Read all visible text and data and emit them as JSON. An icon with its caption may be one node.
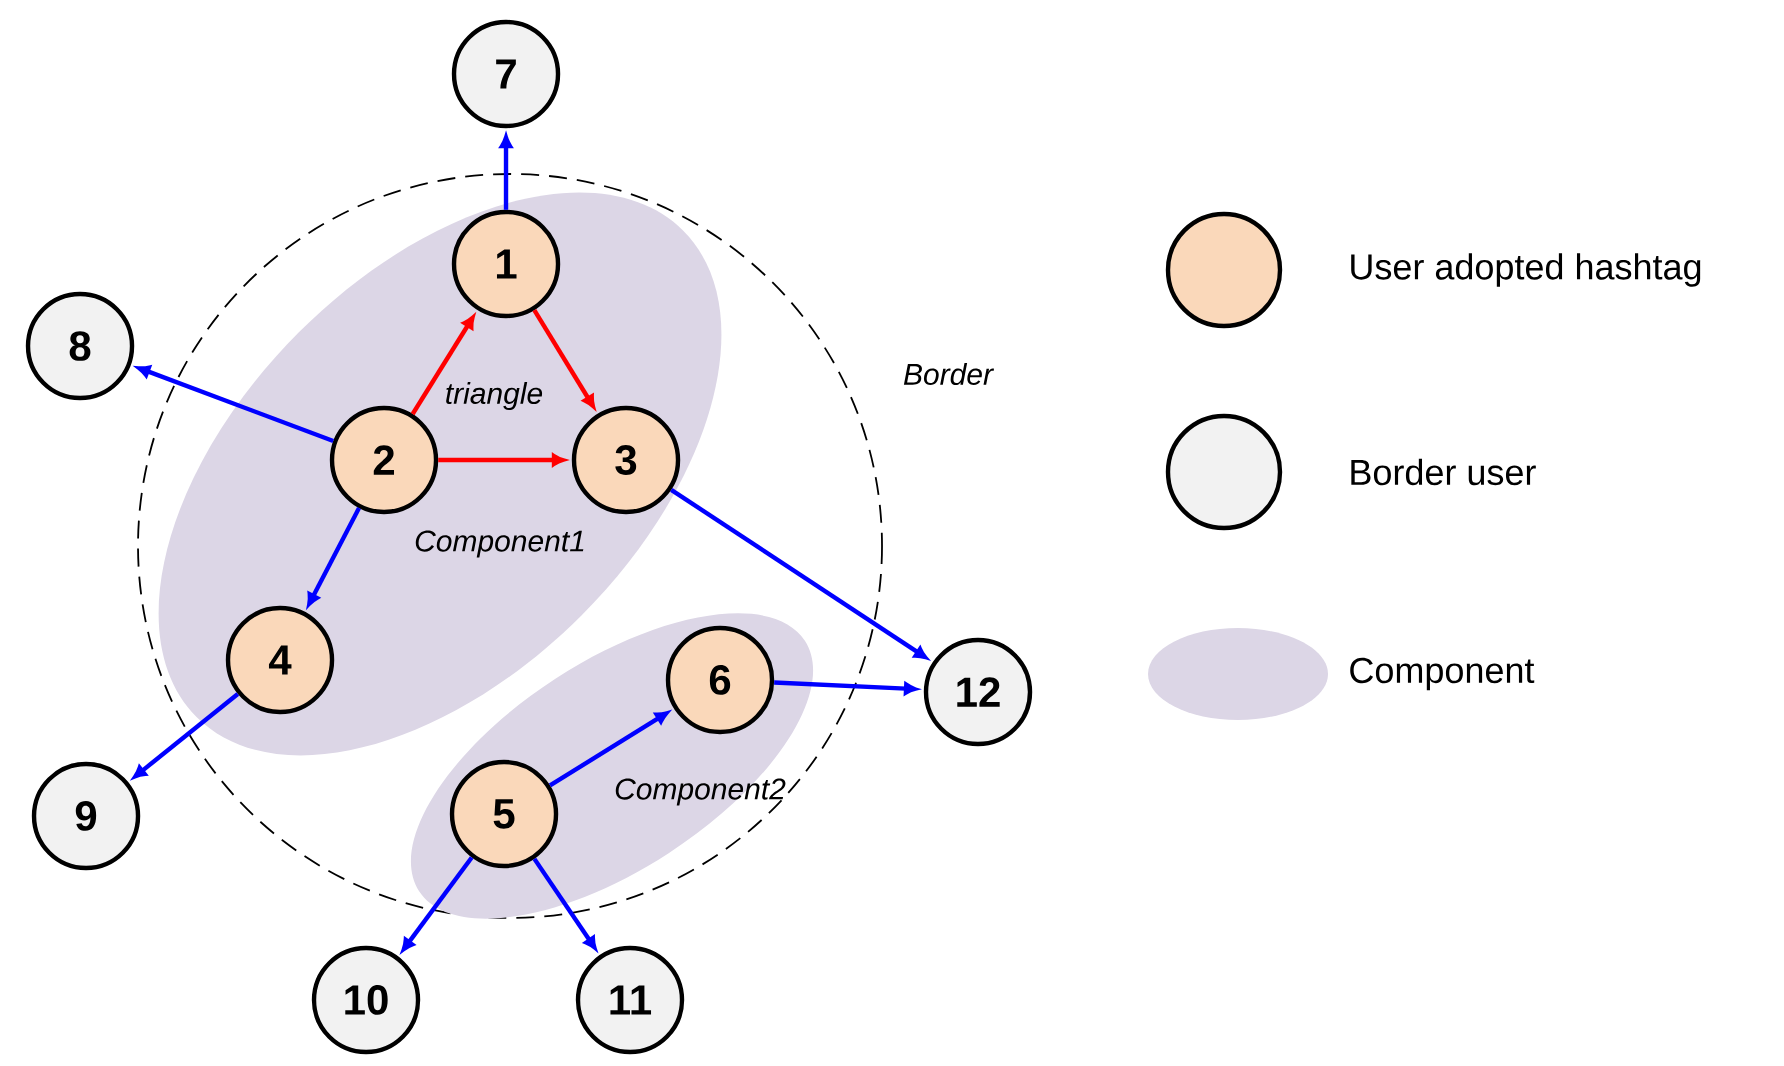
{
  "diagram": {
    "nodes": [
      {
        "text": [
          "Border"
        ]
      },
      {
        "text": [
          "Component1"
        ],
        "in": 0
      },
      {
        "text": [
          "Component2"
        ],
        "in": 0
      },
      {
        "text": [
          "1"
        ],
        "in": 1
      },
      {
        "text": [
          "2"
        ],
        "in": 1
      },
      {
        "text": [
          "3"
        ],
        "in": 1
      },
      {
        "text": [
          "4"
        ],
        "in": 1
      },
      {
        "text": [
          "5"
        ],
        "in": 2
      },
      {
        "text": [
          "6"
        ],
        "in": 2
      },
      {
        "text": [
          "7"
        ]
      },
      {
        "text": [
          "8"
        ]
      },
      {
        "text": [
          "9"
        ]
      },
      {
        "text": [
          "10"
        ]
      },
      {
        "text": [
          "11"
        ]
      },
      {
        "text": [
          "12"
        ]
      }
    ],
    "edges": [
      {
        "from": 3,
        "to": 9,
        "arrow": "to"
      },
      {
        "from": 4,
        "to": 3,
        "arrow": "to",
        "color": "#ff0000"
      },
      {
        "from": 3,
        "to": 5,
        "arrow": "to",
        "color": "#ff0000"
      },
      {
        "from": 4,
        "to": 5,
        "arrow": "to",
        "color": "#ff0000"
      },
      {
        "from": 4,
        "to": 10,
        "arrow": "to"
      },
      {
        "from": 4,
        "to": 6,
        "arrow": "to"
      },
      {
        "from": 5,
        "to": 14,
        "arrow": "to"
      },
      {
        "from": 6,
        "to": 11,
        "arrow": "to"
      },
      {
        "from": 7,
        "to": 8,
        "arrow": "to"
      },
      {
        "from": 8,
        "to": 14,
        "arrow": "to"
      },
      {
        "from": 7,
        "to": 12,
        "arrow": "to"
      },
      {
        "from": 7,
        "to": 13,
        "arrow": "to"
      }
    ],
    "labels": [
      "triangle"
    ],
    "legend": [
      {
        "text": "User adopted hashtag"
      },
      {
        "text": "Border user"
      },
      {
        "text": "Component",
        "color": "#dcd6e6"
      }
    ]
  }
}
